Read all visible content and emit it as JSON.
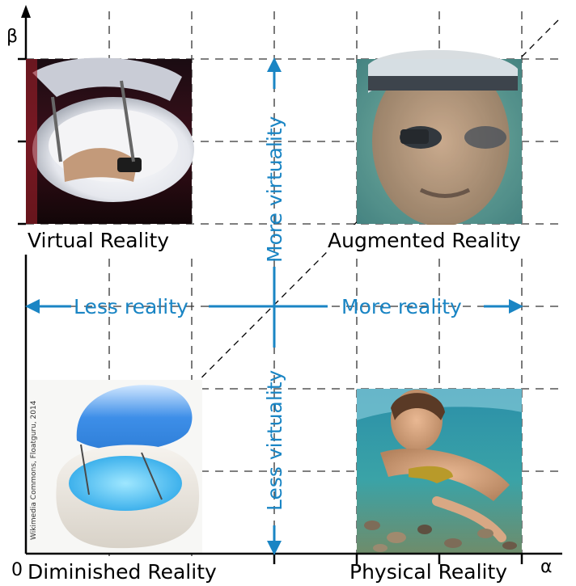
{
  "axes": {
    "y_label": "β",
    "x_label": "α",
    "origin_label": "0"
  },
  "quadrants": {
    "virtual": {
      "label": "Virtual Reality",
      "image": "person-in-vr-pod-photo"
    },
    "augmented": {
      "label": "Augmented Reality",
      "image": "swimmer-with-ar-goggles-photo"
    },
    "diminished": {
      "label": "Diminished Reality",
      "image": "float-tank-photo"
    },
    "physical": {
      "label": "Physical Reality",
      "image": "underwater-swimmer-photo"
    }
  },
  "arrows": {
    "left": "Less reality",
    "right": "More reality",
    "up": "More virtuality",
    "down": "Less virtuality"
  },
  "credit": "Wikimedia Commons, Floatguru, 2014",
  "colors": {
    "accent": "#1a85c4",
    "axis": "#000000",
    "grid": "#333333"
  }
}
